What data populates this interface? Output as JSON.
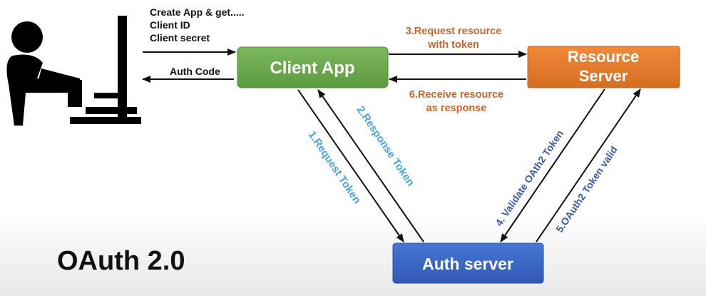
{
  "user_note": {
    "line1": "Create App & get.....",
    "line2": "Client ID",
    "line3": "Client secret"
  },
  "auth_code_label": "Auth Code",
  "client_app": {
    "label": "Client App",
    "color": "#6aa84f"
  },
  "resource_server": {
    "line1": "Resource",
    "line2": "Server",
    "color": "#e07b2c"
  },
  "auth_server": {
    "label": "Auth server",
    "color": "#3a68c7"
  },
  "steps": {
    "step1": "1.Request Token",
    "step2": "2.Response Token",
    "step3_line1": "3.Request resource",
    "step3_line2": "with token",
    "step4": "4. Validate OAth2 Token",
    "step5": "5.OAuth2 Token valid",
    "step6_line1": "6.Receive resource",
    "step6_line2": "as response"
  },
  "title": "OAuth 2.0"
}
